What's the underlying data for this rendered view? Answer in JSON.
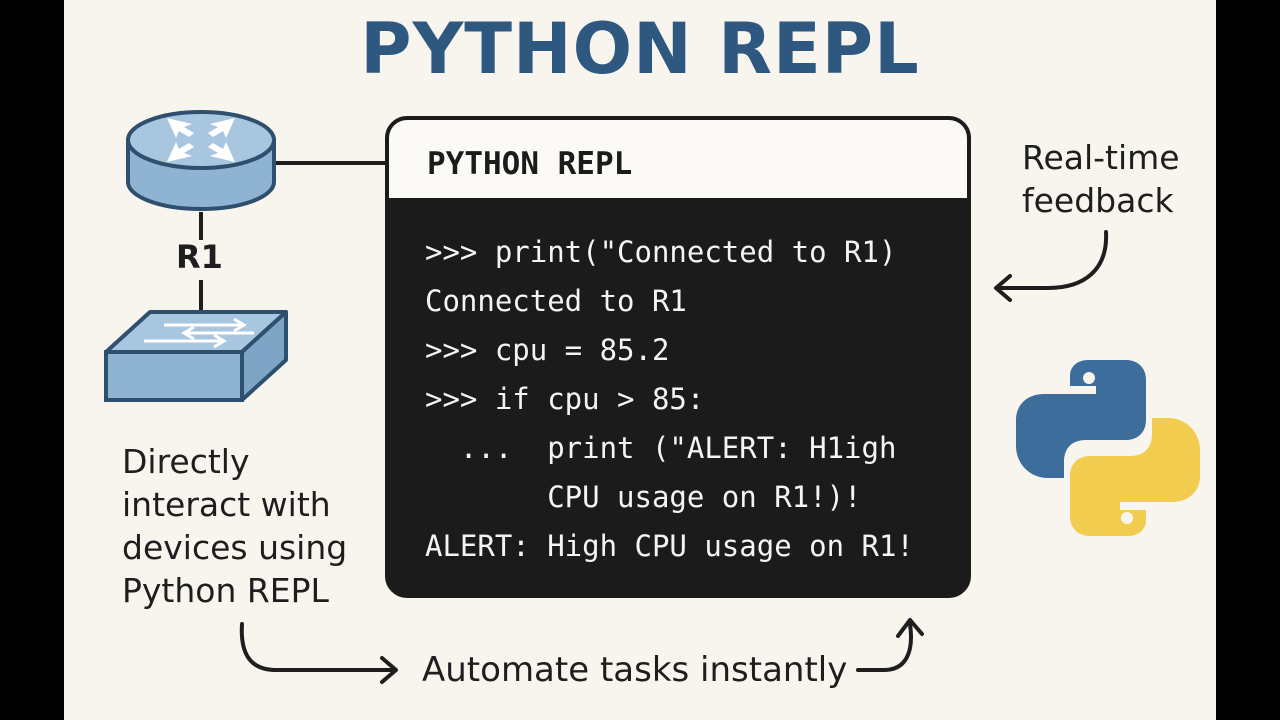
{
  "title": "PYTHON REPL",
  "repl": {
    "header": "PYTHON REPL",
    "lines": [
      ">>> print(\"Connected to R1)",
      "Connected to R1",
      ">>> cpu = 85.2",
      ">>> if cpu > 85:",
      "  ...  print (\"ALERT: H1igh",
      "       CPU usage on R1!)!",
      "ALERT: High CPU usage on R1!"
    ]
  },
  "labels": {
    "router": "R1",
    "left_text": [
      "Directly",
      "interact with",
      "devices using",
      "Python REPL"
    ],
    "right_text": [
      "Real-time",
      "feedback"
    ],
    "bottom_text": "Automate tasks instantly"
  },
  "colors": {
    "title": "#2e5880",
    "device_fill": "#8fb3d2",
    "device_stroke": "#2f4f6e",
    "python_blue": "#3d6e9b",
    "python_yellow": "#f2cc4f",
    "terminal_bg": "#1b1b1b"
  },
  "icons": [
    "router-icon",
    "switch-icon",
    "python-logo-icon",
    "arrow-icon"
  ]
}
